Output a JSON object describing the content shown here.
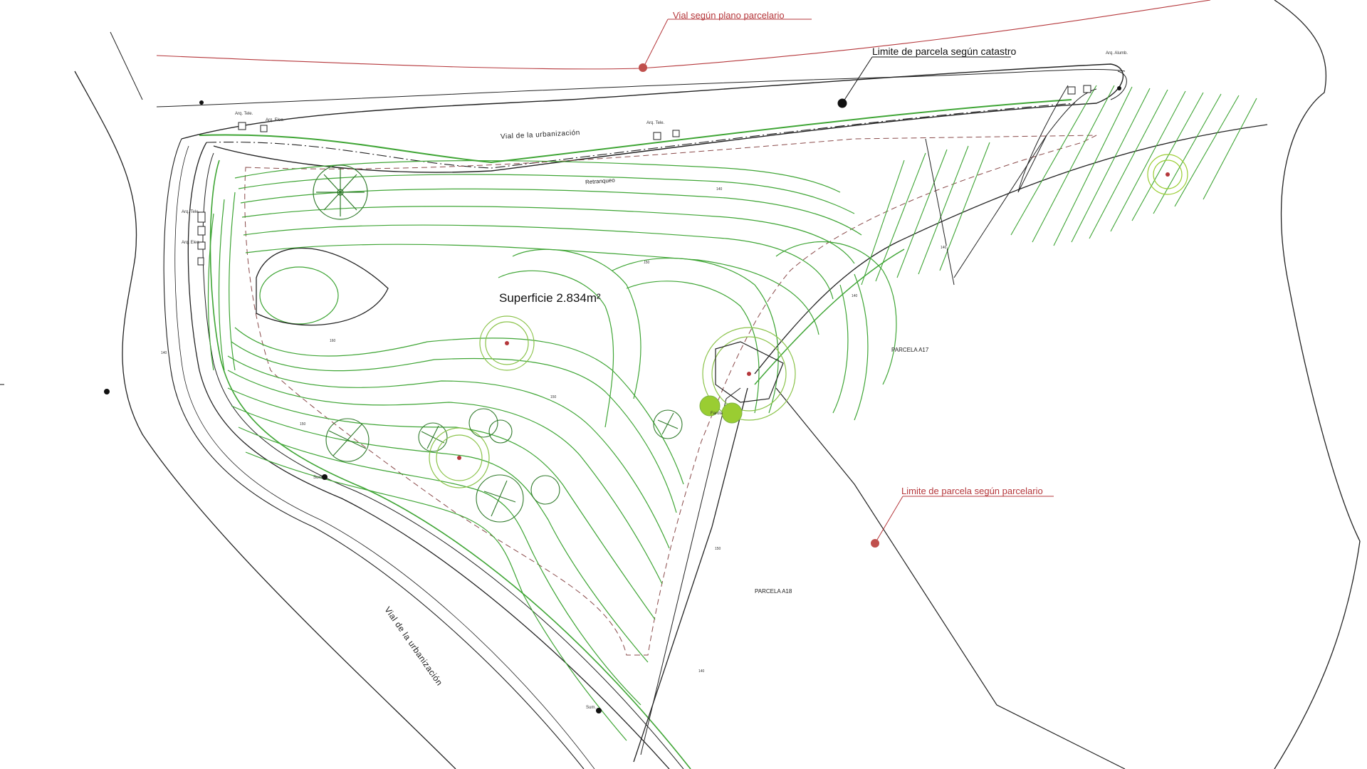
{
  "labels": {
    "vial_plano": "Vial según plano parcelario",
    "limite_catastro": "Limite de parcela según catastro",
    "limite_parcelario": "Limite de parcela según parcelario",
    "superficie": "Superficie 2.834m²",
    "parcela_a17": "PARCELA A17",
    "parcela_a18": "PARCELA A18",
    "vial_top": "Vial de la urbanización",
    "vial_bottom": "Vial de la urbanización",
    "retranqueo": "Retranqueo"
  },
  "contour_values": {
    "c140": "140",
    "c150": "150",
    "c160": "160"
  },
  "fixtures": {
    "arq_tele": "Arq. Tele.",
    "arq_elec": "Arq. Elec.",
    "arq_alum": "Arq. Alumb.",
    "farola": "Farola",
    "sum": "Sum."
  },
  "colors": {
    "contour_green": "#3fa535",
    "light_green": "#9acd32",
    "annotation_red": "#b5373b",
    "line_black": "#222222"
  }
}
